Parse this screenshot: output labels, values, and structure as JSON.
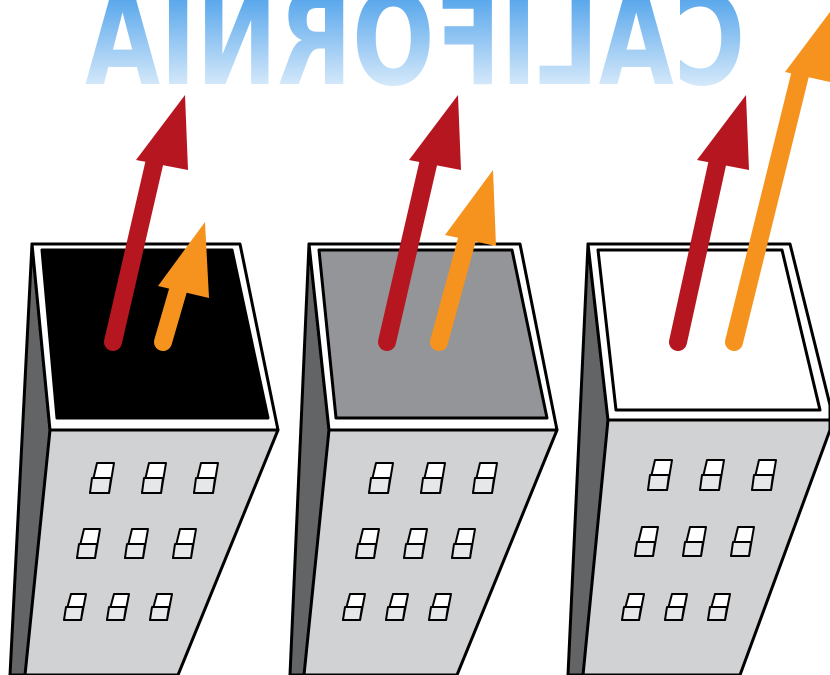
{
  "title": {
    "text": "CALIFORNIA",
    "mirrored": true,
    "gradient_top": "#2a8ee6",
    "gradient_bottom": "#ffffff"
  },
  "colors": {
    "outline": "#000000",
    "wall_front": "#d1d2d4",
    "wall_side": "#636466",
    "window_face": "#ffffff",
    "window_shade": "#e6e7e8",
    "arrow_red": "#b5161f",
    "arrow_orange": "#f6931e"
  },
  "buildings": [
    {
      "id": "black-roof",
      "roof_color": "#000000",
      "window_rows": [
        3,
        3,
        3
      ]
    },
    {
      "id": "gray-roof",
      "roof_color": "#939598",
      "window_rows": [
        3,
        3,
        3
      ]
    },
    {
      "id": "white-roof",
      "roof_color": "#ffffff",
      "window_rows": [
        3,
        3,
        3
      ]
    }
  ]
}
